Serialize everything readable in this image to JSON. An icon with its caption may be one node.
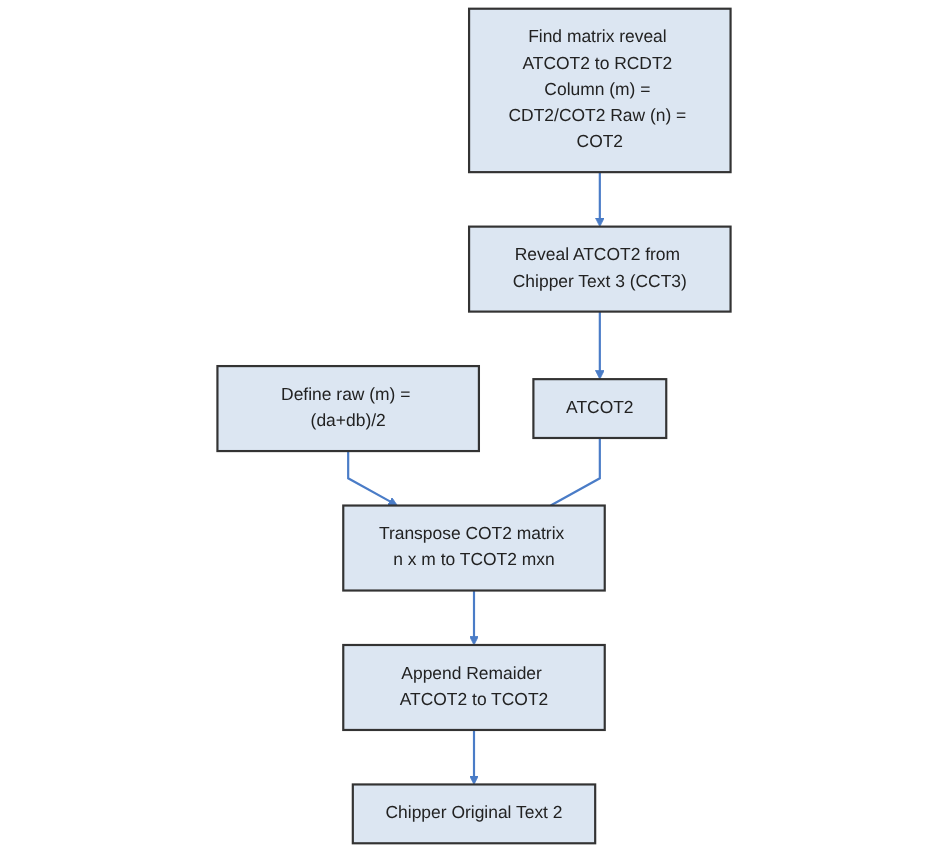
{
  "diagram": {
    "nodes": [
      {
        "text": [
          "Find matrix reveal ATCOT2 to RCDT2 Column (m) = CDT2/COT2 Raw (n) = COT2"
        ]
      },
      {
        "text": [
          "Define raw (m) = (da+db)/2"
        ]
      },
      {
        "text": [
          "Reveal ATCOT2 from Chipper Text 3 (CCT3)"
        ]
      },
      {
        "text": [
          "ATCOT2"
        ]
      },
      {
        "text": [
          "Transpose COT2 matrix n x m to TCOT2 mxn"
        ]
      },
      {
        "text": [
          "Append Remaider ATCOT2 to TCOT2"
        ]
      },
      {
        "text": [
          "Chipper Original Text 2"
        ]
      }
    ],
    "edges": [
      {
        "from": 0,
        "to": 2,
        "arrow": "to"
      },
      {
        "from": 2,
        "to": 3,
        "arrow": "to"
      },
      {
        "from": 1,
        "to": 4,
        "arrow": "to"
      },
      {
        "from": 3,
        "to": 4,
        "arrow": "none"
      },
      {
        "from": 4,
        "to": 5,
        "arrow": "to"
      },
      {
        "from": 5,
        "to": 6,
        "arrow": "to"
      }
    ]
  }
}
